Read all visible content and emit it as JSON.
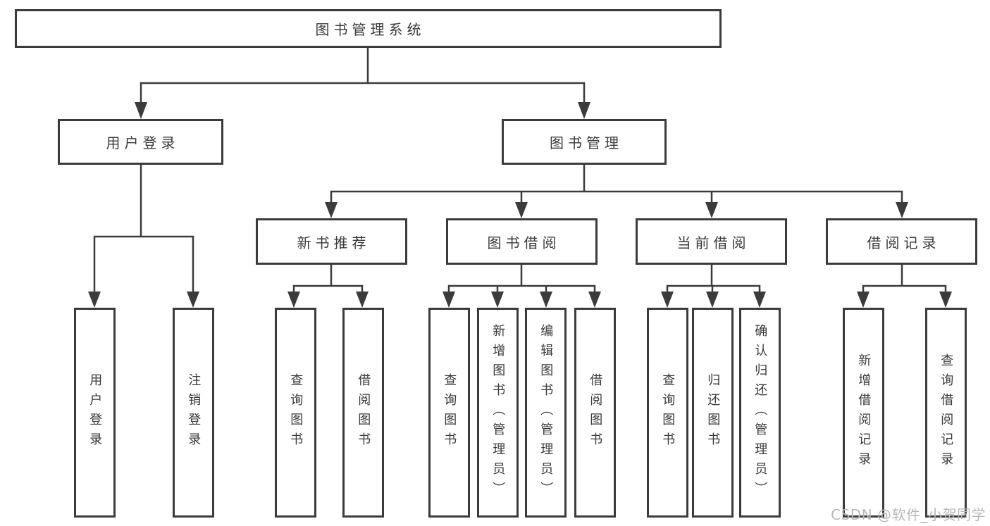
{
  "diagram": {
    "root": "图书管理系统",
    "branches": [
      {
        "label": "用户登录",
        "children": [
          "用户登录",
          "注销登录"
        ]
      },
      {
        "label": "图书管理",
        "groups": [
          {
            "label": "新书推荐",
            "children": [
              "查询图书",
              "借阅图书"
            ]
          },
          {
            "label": "图书借阅",
            "children": [
              "查询图书",
              "新增图书（管理员）",
              "编辑图书（管理员）",
              "借阅图书"
            ]
          },
          {
            "label": "当前借阅",
            "children": [
              "查询图书",
              "归还图书",
              "确认归还（管理员）"
            ]
          },
          {
            "label": "借阅记录",
            "children": [
              "新增借阅记录",
              "查询借阅记录"
            ]
          }
        ]
      }
    ]
  },
  "watermark": {
    "text": "CSDN @软件_小贺同学",
    "color": "#b5b9bc"
  },
  "colors": {
    "line": "#3b3b3b",
    "box_border": "#3b3b3b",
    "box_fill": "#ffffff",
    "text": "#3a3a3a",
    "background": "#ffffff"
  }
}
